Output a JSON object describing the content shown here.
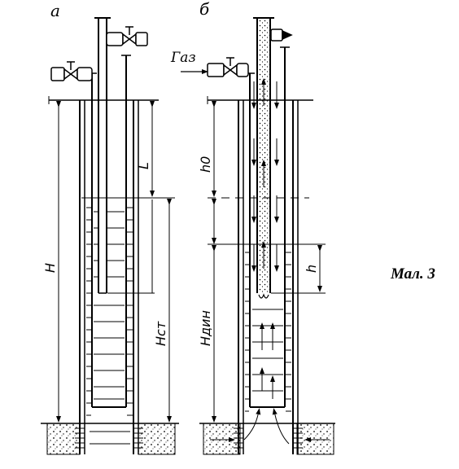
{
  "diagram": {
    "panel_a_label": "а",
    "panel_b_label": "б",
    "gas_label": "Газ",
    "dims": {
      "H": "H",
      "L": "L",
      "H_st": "Hст",
      "h0": "h0",
      "h": "h",
      "H_din": "Hдин"
    },
    "caption": "Мал. 3"
  },
  "colors": {
    "ink": "#000000",
    "paper": "#ffffff"
  }
}
